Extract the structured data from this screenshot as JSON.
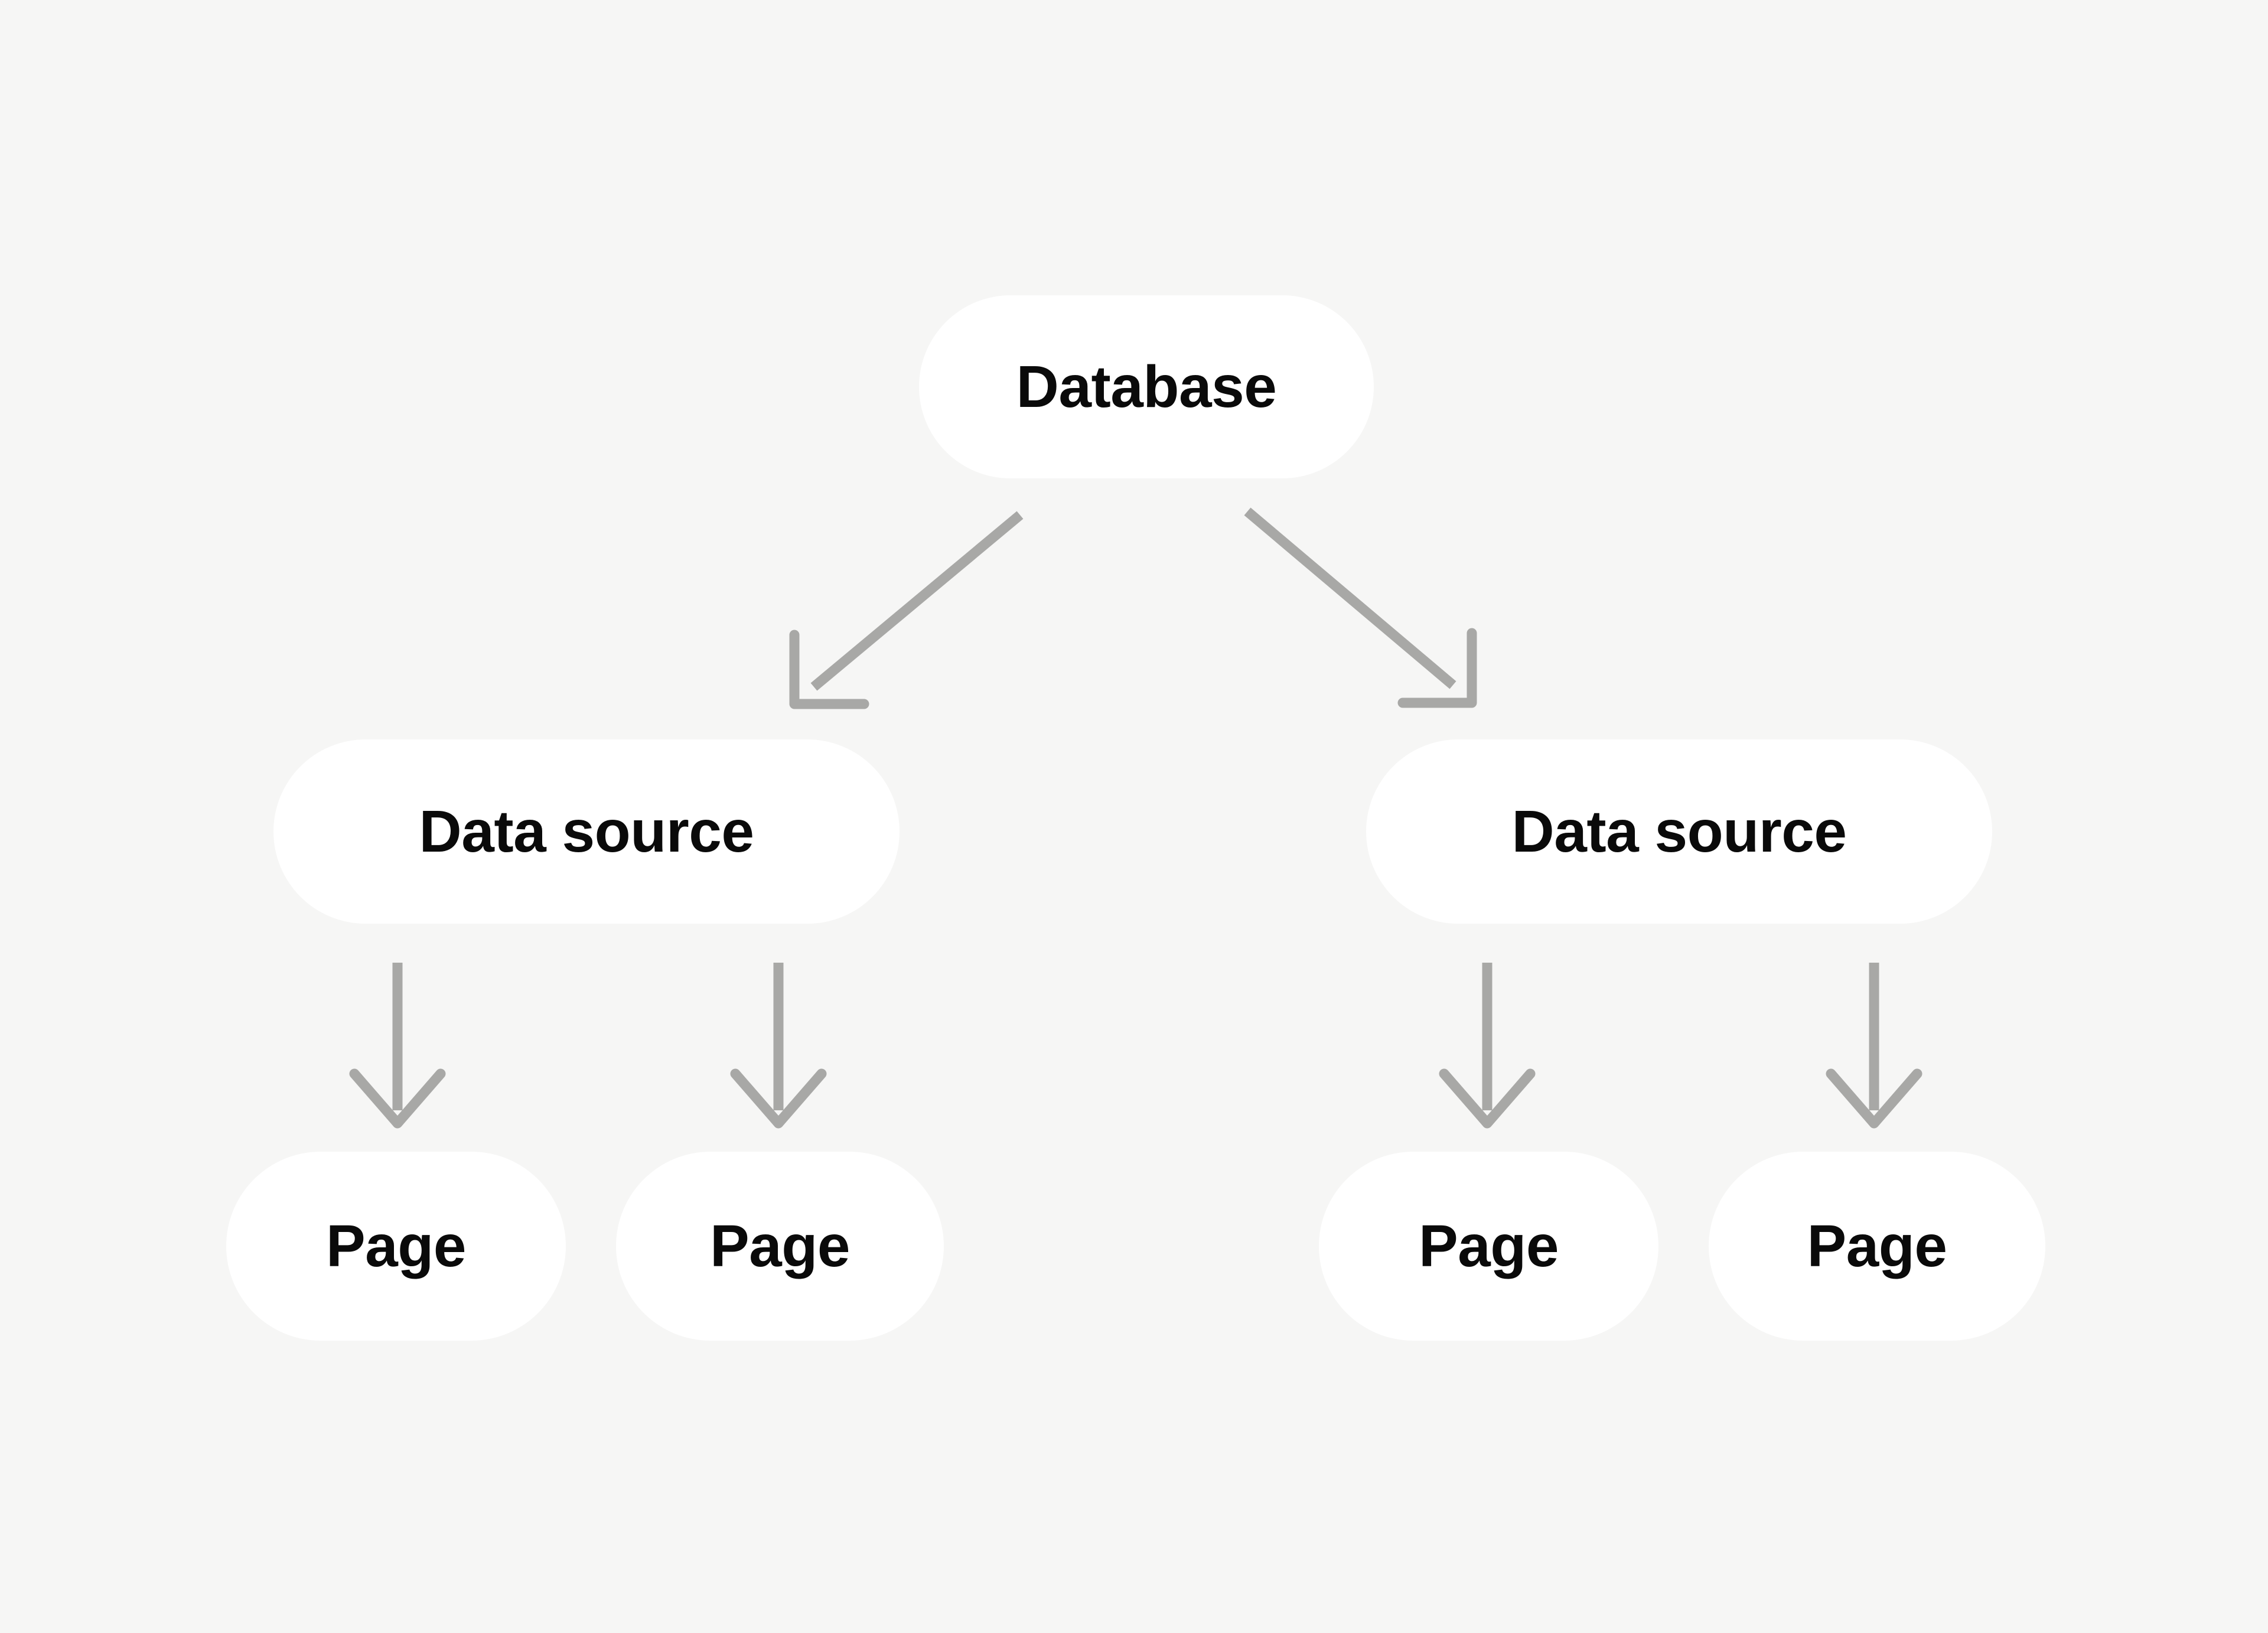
{
  "diagram": {
    "type": "hierarchy-tree",
    "title": "Database to data source to page hierarchy",
    "background_color": "#F6F6F5",
    "node_color": "#FFFFFF",
    "text_color": "#0A0A0A",
    "arrow_color": "#A8A8A6",
    "levels": [
      {
        "name": "database-level",
        "nodes": [
          {
            "id": "database",
            "label": "Database"
          }
        ]
      },
      {
        "name": "data-source-level",
        "nodes": [
          {
            "id": "data-source-left",
            "label": "Data source"
          },
          {
            "id": "data-source-right",
            "label": "Data source"
          }
        ]
      },
      {
        "name": "page-level",
        "nodes": [
          {
            "id": "page-1",
            "label": "Page"
          },
          {
            "id": "page-2",
            "label": "Page"
          },
          {
            "id": "page-3",
            "label": "Page"
          },
          {
            "id": "page-4",
            "label": "Page"
          }
        ]
      }
    ],
    "edges": [
      {
        "id": "edge-db-ds-left",
        "from": "database",
        "to": "data-source-left",
        "style": "diagonal-arrow"
      },
      {
        "id": "edge-db-ds-right",
        "from": "database",
        "to": "data-source-right",
        "style": "diagonal-arrow"
      },
      {
        "id": "edge-dsl-page1",
        "from": "data-source-left",
        "to": "page-1",
        "style": "vertical-arrow"
      },
      {
        "id": "edge-dsl-page2",
        "from": "data-source-left",
        "to": "page-2",
        "style": "vertical-arrow"
      },
      {
        "id": "edge-dsr-page3",
        "from": "data-source-right",
        "to": "page-3",
        "style": "vertical-arrow"
      },
      {
        "id": "edge-dsr-page4",
        "from": "data-source-right",
        "to": "page-4",
        "style": "vertical-arrow"
      }
    ]
  }
}
